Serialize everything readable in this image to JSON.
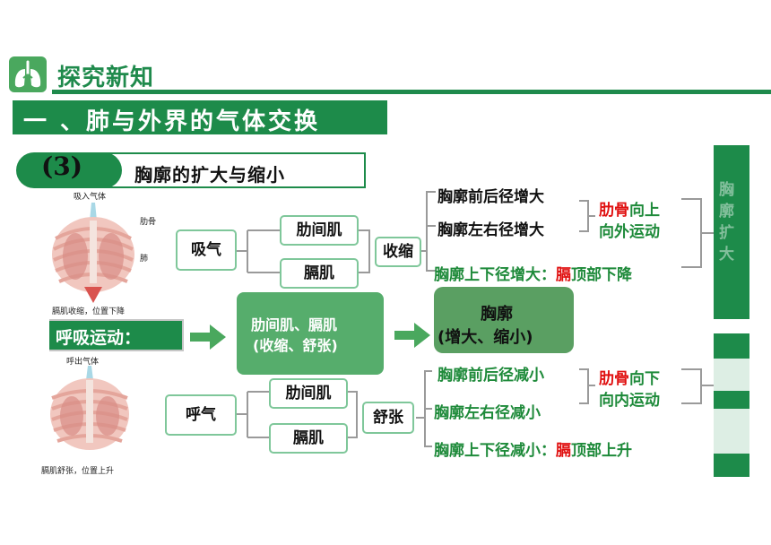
{
  "header": {
    "logo_icon": "lungs-icon",
    "title": "探究新知"
  },
  "section": {
    "title": "一 、肺与外界的气体交换"
  },
  "subsection": {
    "number": "(3)",
    "title": "胸廓的扩大与缩小"
  },
  "inhale_figure": {
    "top_label": "吸入气体",
    "rib_label": "肋骨",
    "lung_label": "肺",
    "caption": "膈肌收缩，位置下降"
  },
  "exhale_figure": {
    "top_label": "呼出气体",
    "caption": "膈肌舒张，位置上升"
  },
  "center": {
    "breathing_label": "呼吸运动：",
    "muscles_label": "肋间肌、膈肌",
    "muscles_state": "(收缩、舒张)",
    "chest_label": "胸廓",
    "chest_state": "(增大、缩小)"
  },
  "inhale": {
    "label": "吸气",
    "muscle_1": "肋间肌",
    "muscle_2": "膈肌",
    "action": "收缩",
    "result_1": "胸廓前后径增大",
    "result_2": "胸廓左右径增大",
    "rib_word": "肋骨",
    "rib_motion_1": "向上",
    "rib_motion_2": "向外运动",
    "result_3_prefix": "胸廓上下径增大：",
    "diaphragm_word": "膈",
    "diaphragm_motion": "顶部下降"
  },
  "exhale": {
    "label": "呼气",
    "muscle_1": "肋间肌",
    "muscle_2": "膈肌",
    "action": "舒张",
    "result_1": "胸廓前后径减小",
    "result_2": "胸廓左右径减小",
    "rib_word": "肋骨",
    "rib_motion_1": "向下",
    "rib_motion_2": "向内运动",
    "result_3_prefix": "胸廓上下径减小：",
    "diaphragm_word": "膈",
    "diaphragm_motion": "顶部上升"
  },
  "right_strip": {
    "text": "胸廓扩大"
  },
  "colors": {
    "brand_green": "#1d8b4a",
    "box_green": "#56ad6c",
    "accent_red": "#e01010",
    "text_green": "#1e8a3a"
  }
}
